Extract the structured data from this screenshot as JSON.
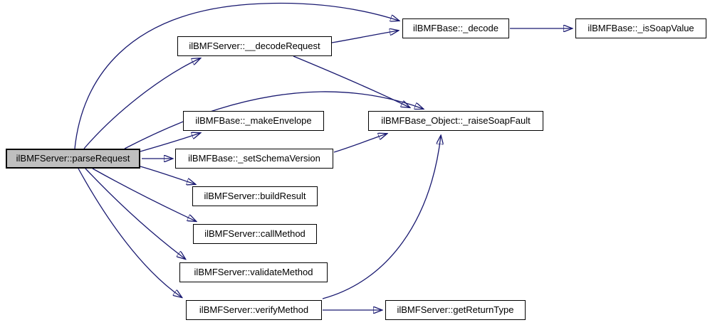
{
  "diagram": {
    "type": "call-graph",
    "colors": {
      "background": "#ffffff",
      "edge": "#191970",
      "node_fill": "#ffffff",
      "node_border": "#000000",
      "highlight_fill": "#bfbfbf"
    },
    "nodes": [
      {
        "id": "parseRequest",
        "label": "ilBMFServer::parseRequest",
        "highlighted": true
      },
      {
        "id": "decodeRequest",
        "label": "ilBMFServer::__decodeRequest",
        "highlighted": false
      },
      {
        "id": "decode",
        "label": "ilBMFBase::_decode",
        "highlighted": false
      },
      {
        "id": "isSoapValue",
        "label": "ilBMFBase::_isSoapValue",
        "highlighted": false
      },
      {
        "id": "makeEnvelope",
        "label": "ilBMFBase::_makeEnvelope",
        "highlighted": false
      },
      {
        "id": "raiseSoapFault",
        "label": "ilBMFBase_Object::_raiseSoapFault",
        "highlighted": false
      },
      {
        "id": "setSchemaVersion",
        "label": "ilBMFBase::_setSchemaVersion",
        "highlighted": false
      },
      {
        "id": "buildResult",
        "label": "ilBMFServer::buildResult",
        "highlighted": false
      },
      {
        "id": "callMethod",
        "label": "ilBMFServer::callMethod",
        "highlighted": false
      },
      {
        "id": "validateMethod",
        "label": "ilBMFServer::validateMethod",
        "highlighted": false
      },
      {
        "id": "verifyMethod",
        "label": "ilBMFServer::verifyMethod",
        "highlighted": false
      },
      {
        "id": "getReturnType",
        "label": "ilBMFServer::getReturnType",
        "highlighted": false
      }
    ],
    "edges": [
      {
        "from": "parseRequest",
        "to": "decode"
      },
      {
        "from": "parseRequest",
        "to": "decodeRequest"
      },
      {
        "from": "parseRequest",
        "to": "makeEnvelope"
      },
      {
        "from": "parseRequest",
        "to": "raiseSoapFault"
      },
      {
        "from": "parseRequest",
        "to": "setSchemaVersion"
      },
      {
        "from": "parseRequest",
        "to": "buildResult"
      },
      {
        "from": "parseRequest",
        "to": "callMethod"
      },
      {
        "from": "parseRequest",
        "to": "validateMethod"
      },
      {
        "from": "parseRequest",
        "to": "verifyMethod"
      },
      {
        "from": "decodeRequest",
        "to": "decode"
      },
      {
        "from": "decodeRequest",
        "to": "raiseSoapFault"
      },
      {
        "from": "decode",
        "to": "isSoapValue"
      },
      {
        "from": "setSchemaVersion",
        "to": "raiseSoapFault"
      },
      {
        "from": "verifyMethod",
        "to": "raiseSoapFault"
      },
      {
        "from": "verifyMethod",
        "to": "getReturnType"
      }
    ]
  }
}
